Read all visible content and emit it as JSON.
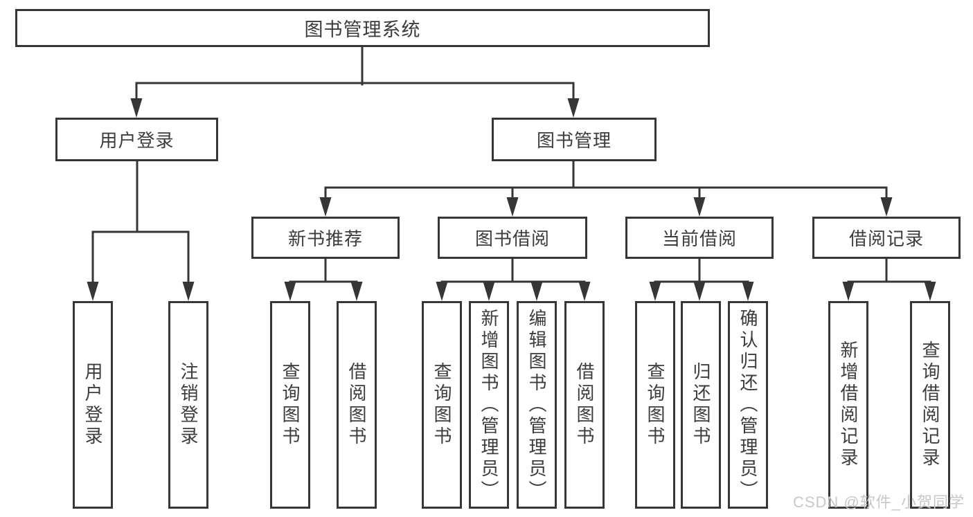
{
  "diagram": {
    "title": "图书管理系统",
    "root": {
      "label": "图书管理系统"
    },
    "level2": [
      {
        "label": "用户登录"
      },
      {
        "label": "图书管理"
      }
    ],
    "level3": [
      {
        "label": "新书推荐",
        "parent": "图书管理"
      },
      {
        "label": "图书借阅",
        "parent": "图书管理"
      },
      {
        "label": "当前借阅",
        "parent": "图书管理"
      },
      {
        "label": "借阅记录",
        "parent": "图书管理"
      }
    ],
    "leaves": [
      {
        "label": "用户登录",
        "parent": "用户登录"
      },
      {
        "label": "注销登录",
        "parent": "用户登录"
      },
      {
        "label": "查询图书",
        "parent": "新书推荐"
      },
      {
        "label": "借阅图书",
        "parent": "新书推荐"
      },
      {
        "label": "查询图书",
        "parent": "图书借阅"
      },
      {
        "label": "新增图书（管理员）",
        "parent": "图书借阅"
      },
      {
        "label": "编辑图书（管理员）",
        "parent": "图书借阅"
      },
      {
        "label": "借阅图书",
        "parent": "图书借阅"
      },
      {
        "label": "查询图书",
        "parent": "当前借阅"
      },
      {
        "label": "归还图书",
        "parent": "当前借阅"
      },
      {
        "label": "确认归还（管理员）",
        "parent": "当前借阅"
      },
      {
        "label": "新增借阅记录",
        "parent": "借阅记录"
      },
      {
        "label": "查询借阅记录",
        "parent": "借阅记录"
      }
    ]
  },
  "watermark": {
    "text": "CSDN @软件_小贺同学"
  },
  "colors": {
    "line": "#363636",
    "box_border": "#363636",
    "text": "#3c3c3c",
    "watermark": "#c8c8c8",
    "background": "#ffffff"
  }
}
